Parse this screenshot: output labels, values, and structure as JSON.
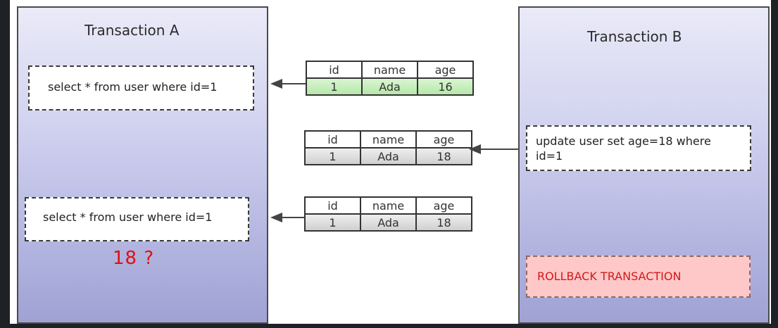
{
  "transaction_a": {
    "title": "Transaction A",
    "query_1": "select * from user where id=1",
    "query_2": "select * from user where id=1",
    "question": "18 ?"
  },
  "transaction_b": {
    "title": "Transaction B",
    "update_line_1": "update user set age=18 where",
    "update_line_2": "id=1",
    "rollback": "ROLLBACK TRANSACTION"
  },
  "tables": [
    {
      "headers": [
        "id",
        "name",
        "age"
      ],
      "row": [
        "1",
        "Ada",
        "16"
      ],
      "row_color": "#c4eeb8"
    },
    {
      "headers": [
        "id",
        "name",
        "age"
      ],
      "row": [
        "1",
        "Ada",
        "18"
      ],
      "row_color": "#dcdcdc"
    },
    {
      "headers": [
        "id",
        "name",
        "age"
      ],
      "row": [
        "1",
        "Ada",
        "18"
      ],
      "row_color": "#dcdcdc"
    }
  ],
  "colors": {
    "panel_gradient_top": "#eaeaf8",
    "panel_gradient_bottom": "#9fa2d3",
    "question_red": "#e01010",
    "rollback_bg": "#ffc8c8",
    "rollback_text": "#d11a1a"
  }
}
